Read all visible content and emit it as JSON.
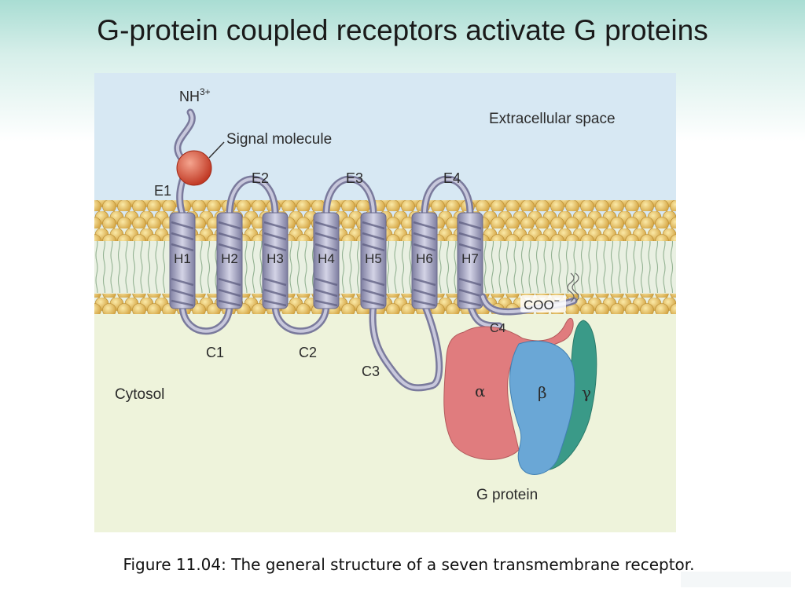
{
  "slide": {
    "title": "G-protein coupled receptors activate G proteins",
    "caption": "Figure 11.04: The general structure of a seven transmembrane receptor."
  },
  "diagram": {
    "n_terminus_base": "NH",
    "n_terminus_sup": "3+",
    "signal_molecule": "Signal molecule",
    "extracellular": "Extracellular space",
    "cytosol": "Cytosol",
    "extracellular_loops": [
      "E1",
      "E2",
      "E3",
      "E4"
    ],
    "helices": [
      "H1",
      "H2",
      "H3",
      "H4",
      "H5",
      "H6",
      "H7"
    ],
    "cytosolic_loops": [
      "C1",
      "C2",
      "C3",
      "C4"
    ],
    "c_terminus": "COO",
    "c_terminus_sup": "−",
    "g_protein": "G protein",
    "subunits": [
      "α",
      "β",
      "γ"
    ]
  },
  "colors": {
    "extracellular_bg": "#d7e8f3",
    "cytosol_bg": "#eef3db",
    "lipid_head": "#e6c060",
    "helix": "#9a9ab8",
    "alpha": "#e07c7e",
    "beta": "#6aa7d6",
    "gamma": "#3a9a88",
    "signal": "#d8503a"
  }
}
